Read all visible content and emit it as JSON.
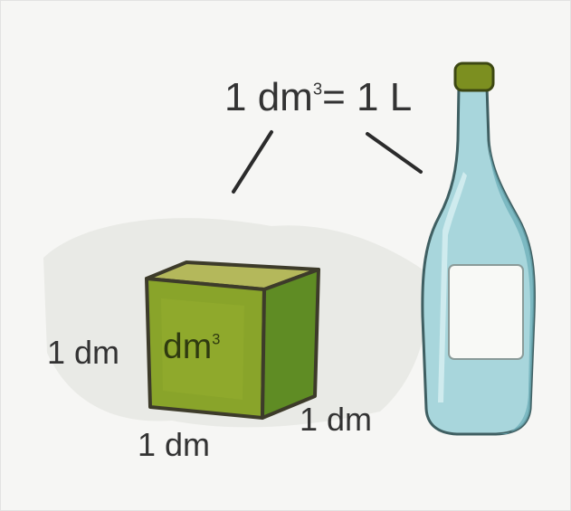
{
  "formula": {
    "prefix": "1 dm",
    "exponent": "3",
    "suffix": "= 1 L"
  },
  "cube": {
    "face_text": "dm",
    "face_exponent": "3",
    "colors": {
      "front": "#8aa52a",
      "top": "#b2b65a",
      "side": "#5f8a24",
      "outline": "#3b3a2a"
    }
  },
  "dimensions": {
    "left": "1 dm",
    "bottom": "1 dm",
    "right": "1 dm"
  },
  "bottle": {
    "colors": {
      "glass": "#a9d7dd",
      "glass_dark": "#6fb1bd",
      "cap": "#7c8e1f",
      "label": "#f7f8f5"
    }
  },
  "icons": [
    "cube-illustration",
    "bottle-illustration"
  ]
}
